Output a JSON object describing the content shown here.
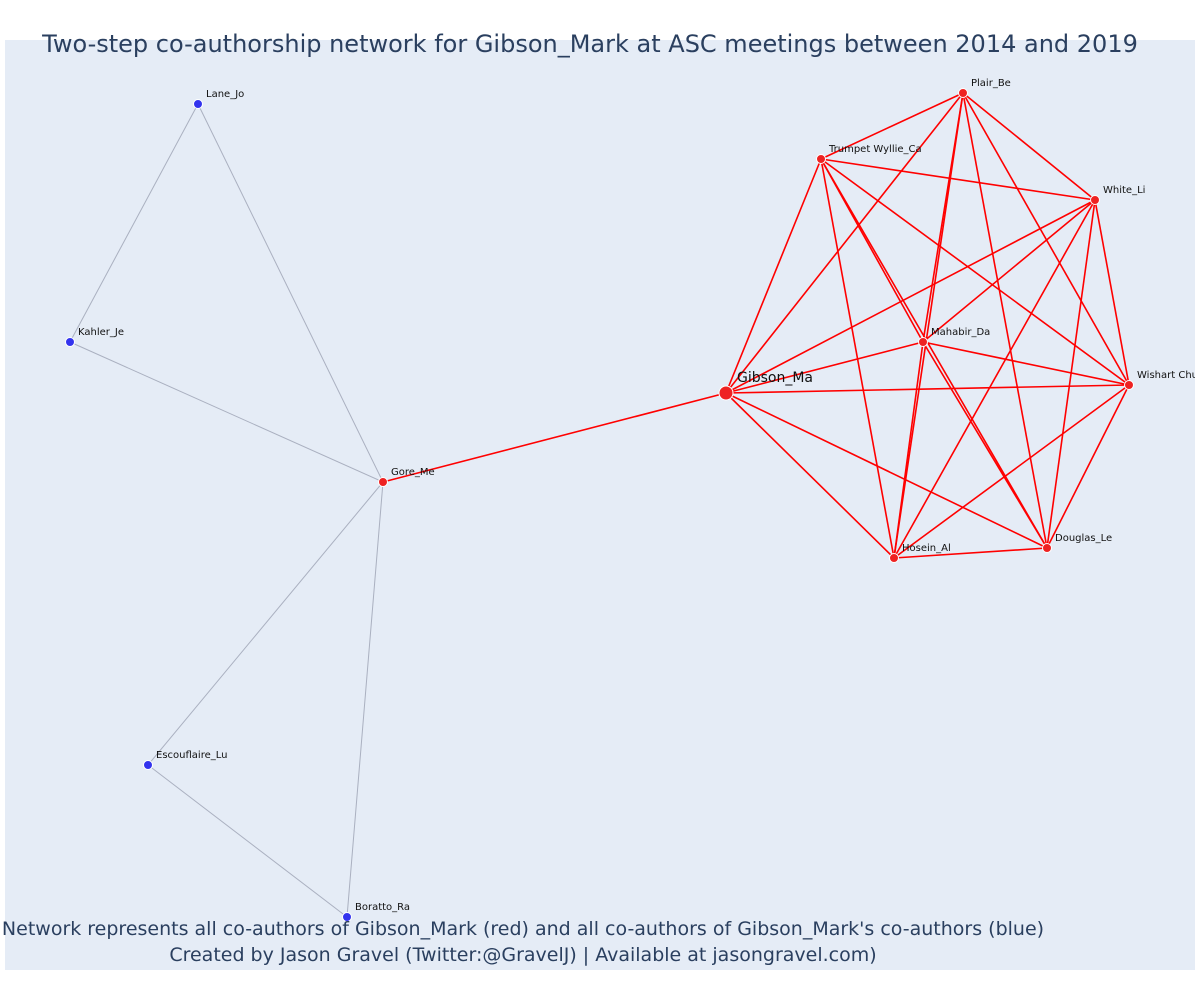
{
  "title": "Two-step co-authorship network for Gibson_Mark at ASC meetings between 2014 and 2019",
  "caption_line1": "Network represents all co-authors of Gibson_Mark (red) and all co-authors of Gibson_Mark's co-authors (blue)",
  "caption_line2": "Created by Jason Gravel (Twitter:@GravelJ) | Available at jasongravel.com)",
  "colors": {
    "background": "#e5ecf6",
    "red": "#ff0000",
    "red_node": "#ee2222",
    "blue_node": "#3333ee",
    "gray_edge": "#aab0c0",
    "title_text": "#2a3f5f"
  },
  "nodes": [
    {
      "id": "Gibson_Ma",
      "group": "focal"
    },
    {
      "id": "Gore_Me",
      "group": "red"
    },
    {
      "id": "Trumpet Wyllie_Ca",
      "group": "red"
    },
    {
      "id": "Plair_Be",
      "group": "red"
    },
    {
      "id": "White_Li",
      "group": "red"
    },
    {
      "id": "Mahabir_Da",
      "group": "red"
    },
    {
      "id": "Wishart Chu",
      "group": "red"
    },
    {
      "id": "Hosein_Al",
      "group": "red"
    },
    {
      "id": "Douglas_Le",
      "group": "red"
    },
    {
      "id": "Lane_Jo",
      "group": "blue"
    },
    {
      "id": "Kahler_Je",
      "group": "blue"
    },
    {
      "id": "Escouflaire_Lu",
      "group": "blue"
    },
    {
      "id": "Boratto_Ra",
      "group": "blue"
    }
  ],
  "edges": [
    [
      "Gore_Me",
      "Gibson_Ma"
    ],
    [
      "Gore_Me",
      "Lane_Jo"
    ],
    [
      "Gore_Me",
      "Kahler_Je"
    ],
    [
      "Gore_Me",
      "Escouflaire_Lu"
    ],
    [
      "Gore_Me",
      "Boratto_Ra"
    ],
    [
      "Lane_Jo",
      "Kahler_Je"
    ],
    [
      "Escouflaire_Lu",
      "Boratto_Ra"
    ]
  ],
  "clique": [
    "Gibson_Ma",
    "Trumpet Wyllie_Ca",
    "Plair_Be",
    "White_Li",
    "Mahabir_Da",
    "Wishart Chu",
    "Hosein_Al",
    "Douglas_Le"
  ]
}
